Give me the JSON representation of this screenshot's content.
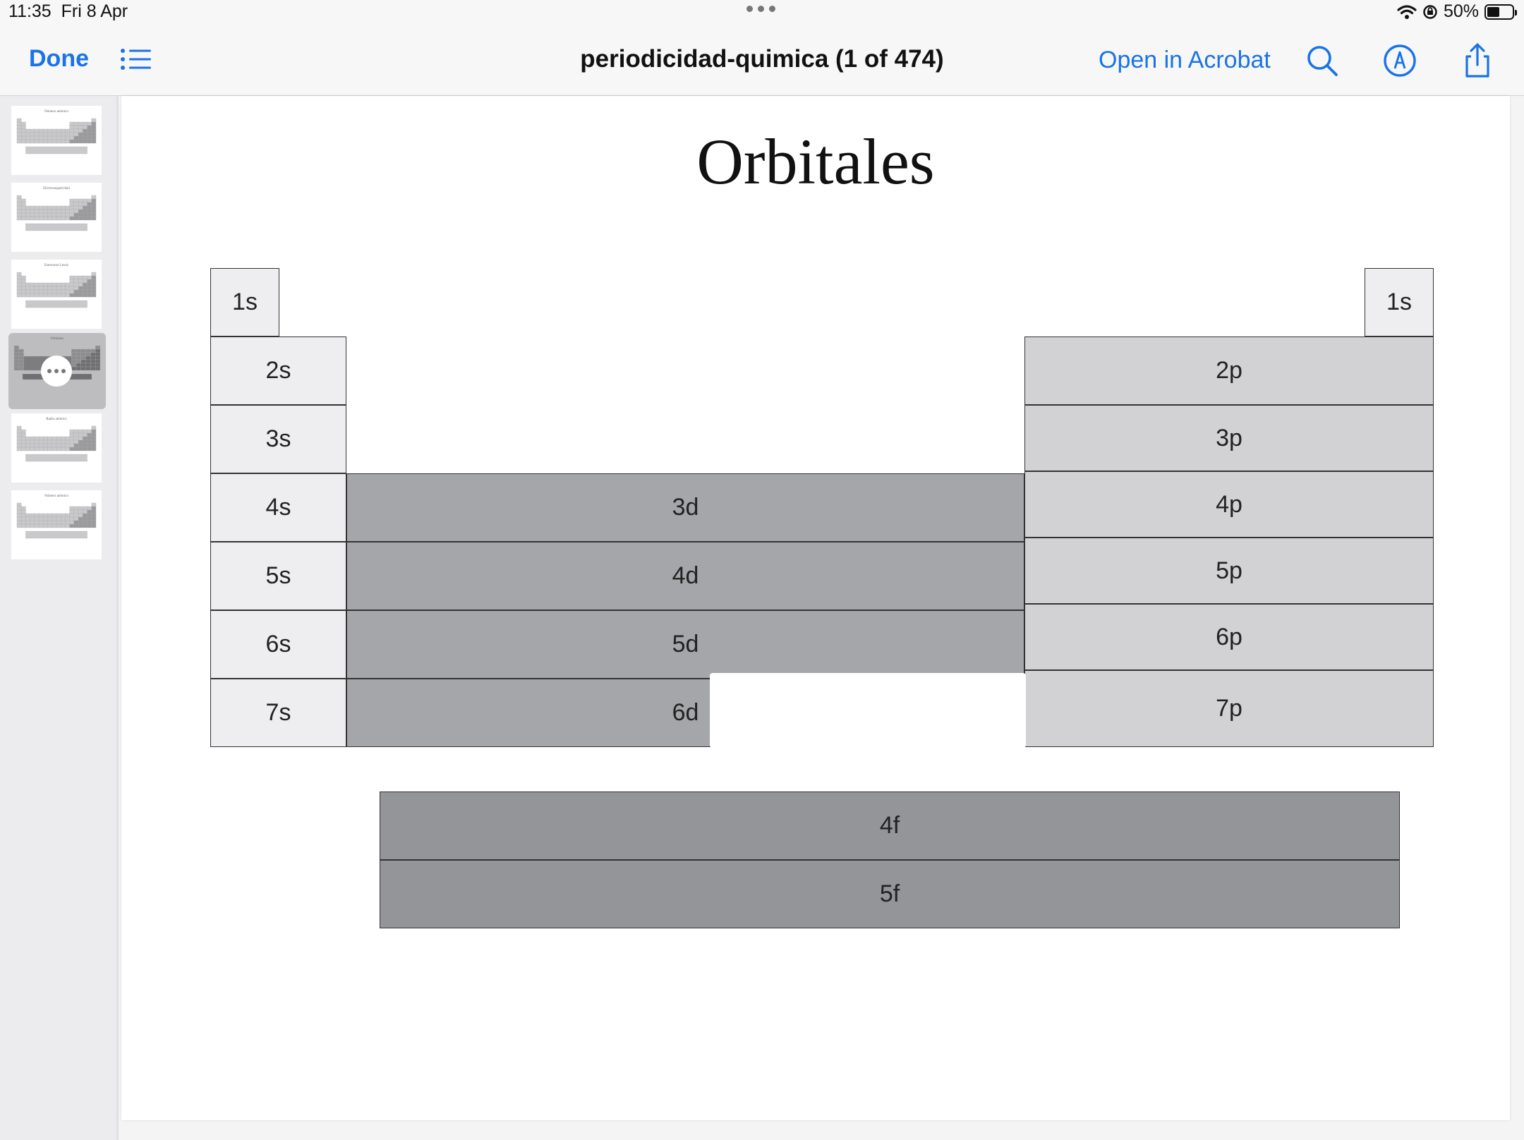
{
  "status_bar": {
    "time": "11:35",
    "date": "Fri 8 Apr",
    "battery_text": "50%",
    "battery_level": 0.5
  },
  "nav_bar": {
    "done_label": "Done",
    "title": "periodicidad-quimica (1 of 474)",
    "open_in_acrobat_label": "Open in Acrobat",
    "accent_color": "#1a73e8",
    "icons": [
      "list-icon",
      "search-icon",
      "markup-icon",
      "share-icon"
    ]
  },
  "sidebar": {
    "thumbnails": [
      {
        "title": "Número atómico",
        "active": false
      },
      {
        "title": "Electronegatividad",
        "active": false
      },
      {
        "title": "Estructura Lewis",
        "active": false
      },
      {
        "title": "Orbitales",
        "active": true
      },
      {
        "title": "Radio atómico",
        "active": false
      },
      {
        "title": "Número atómico",
        "active": false
      }
    ]
  },
  "page": {
    "title": "Orbitales",
    "s_block": [
      "1s",
      "2s",
      "3s",
      "4s",
      "5s",
      "6s",
      "7s"
    ],
    "s_right": "1s",
    "p_block": [
      "2p",
      "3p",
      "4p",
      "5p",
      "6p",
      "7p"
    ],
    "d_block": [
      "3d",
      "4d",
      "5d",
      "6d"
    ],
    "f_block": [
      "4f",
      "5f"
    ],
    "colors": {
      "s": "#eeeef0",
      "p": "#d2d2d4",
      "d": "#a5a6a9",
      "f": "#949599"
    }
  }
}
